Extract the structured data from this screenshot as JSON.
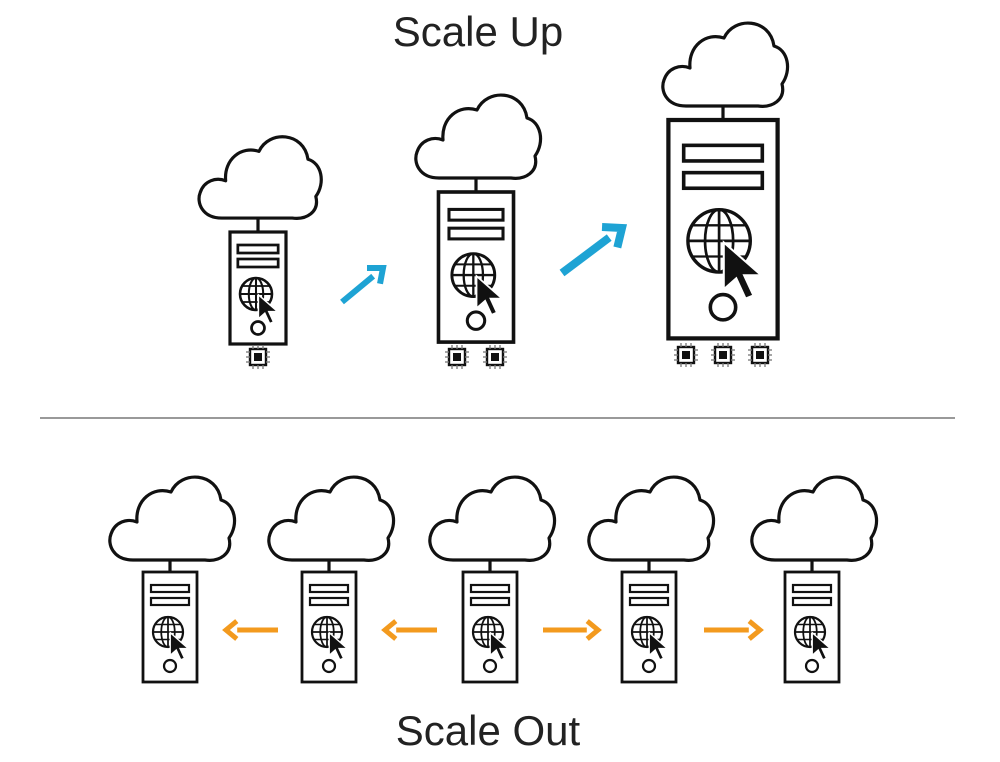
{
  "scale_up": {
    "title": "Scale Up",
    "arrow_color": "#1ea3d4",
    "servers": [
      {
        "name": "small",
        "cpu_count": 1
      },
      {
        "name": "medium",
        "cpu_count": 2
      },
      {
        "name": "large",
        "cpu_count": 3
      }
    ]
  },
  "scale_out": {
    "title": "Scale Out",
    "arrow_color": "#f39a1e",
    "server_count": 5,
    "arrows": [
      "left",
      "left",
      "right",
      "right"
    ]
  },
  "colors": {
    "stroke": "#111111",
    "divider": "#999999",
    "background": "#ffffff"
  },
  "icons": [
    "cloud-icon",
    "server-icon",
    "globe-icon",
    "cursor-icon",
    "cpu-chip-icon",
    "arrow-icon"
  ]
}
